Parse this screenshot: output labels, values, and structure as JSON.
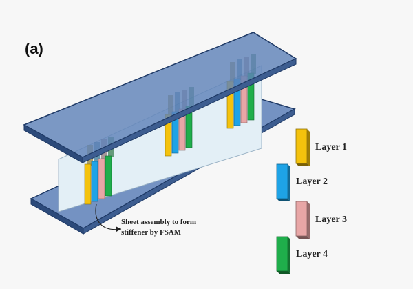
{
  "panel_label": "(a)",
  "annotation": {
    "line1": "Sheet assembly to form",
    "line2": "stiffener by FSAM"
  },
  "colors": {
    "flange_face": "#6f8fbf",
    "flange_edge": "#1f3a66",
    "web": "#e6f1f7",
    "layer_1": "#f4c20d",
    "layer_2": "#1ea3e6",
    "layer_3": "#e8a6a6",
    "layer_4": "#1fae4b"
  },
  "legend": [
    {
      "label": "Layer 1",
      "color": "#f4c20d"
    },
    {
      "label": "Layer 2",
      "color": "#1ea3e6"
    },
    {
      "label": "Layer 3",
      "color": "#e8a6a6"
    },
    {
      "label": "Layer 4",
      "color": "#1fae4b"
    }
  ]
}
